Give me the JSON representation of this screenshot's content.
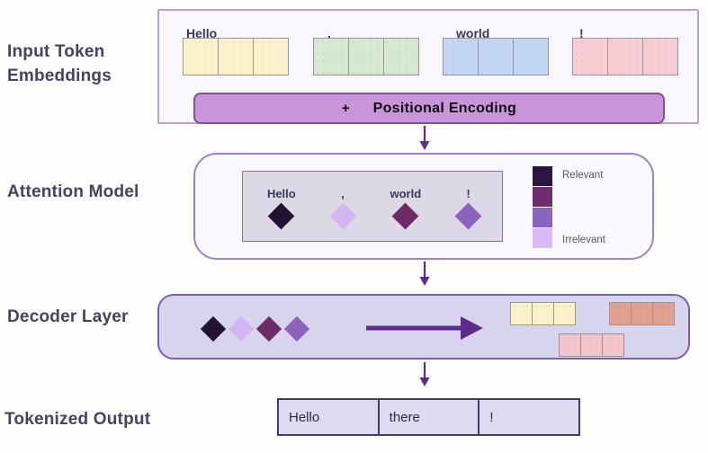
{
  "labels": {
    "input_embeddings": "Input Token Embeddings",
    "attention": "Attention Model",
    "decoder": "Decoder Layer",
    "output": "Tokenized Output"
  },
  "colors": {
    "arrow": "#5e2b8a",
    "pos_bar_bg": "#c994da",
    "label_text": "#4a4161"
  },
  "input_embeddings": {
    "cells_per_token": 3,
    "tokens": [
      {
        "text": "Hello",
        "cell_color": "#fcf3cd"
      },
      {
        "text": ",",
        "cell_color": "#d7e9d3"
      },
      {
        "text": "world",
        "cell_color": "#c5d7f7"
      },
      {
        "text": "!",
        "cell_color": "#f7ced2"
      }
    ],
    "positional_plus": "+",
    "positional_label": "Positional Encoding"
  },
  "attention": {
    "tokens": [
      {
        "text": "Hello",
        "diamond_color": "#241234"
      },
      {
        "text": ",",
        "diamond_color": "#d5b5f1"
      },
      {
        "text": "world",
        "diamond_color": "#6c2a67"
      },
      {
        "text": "!",
        "diamond_color": "#8b62bc"
      }
    ],
    "legend": {
      "colors": [
        "#2b1541",
        "#6d2d6f",
        "#8b64be",
        "#dab9f6"
      ],
      "top_label": "Relevant",
      "bottom_label": "Irrelevant"
    }
  },
  "decoder": {
    "diamond_colors": [
      "#241234",
      "#d5b5f1",
      "#6c2a67",
      "#8b62bc"
    ],
    "strip_colors": [
      "#fbf2ca",
      "#dfa291",
      "#f3c6cc"
    ]
  },
  "output": {
    "cells": [
      "Hello",
      "there",
      "!"
    ]
  }
}
